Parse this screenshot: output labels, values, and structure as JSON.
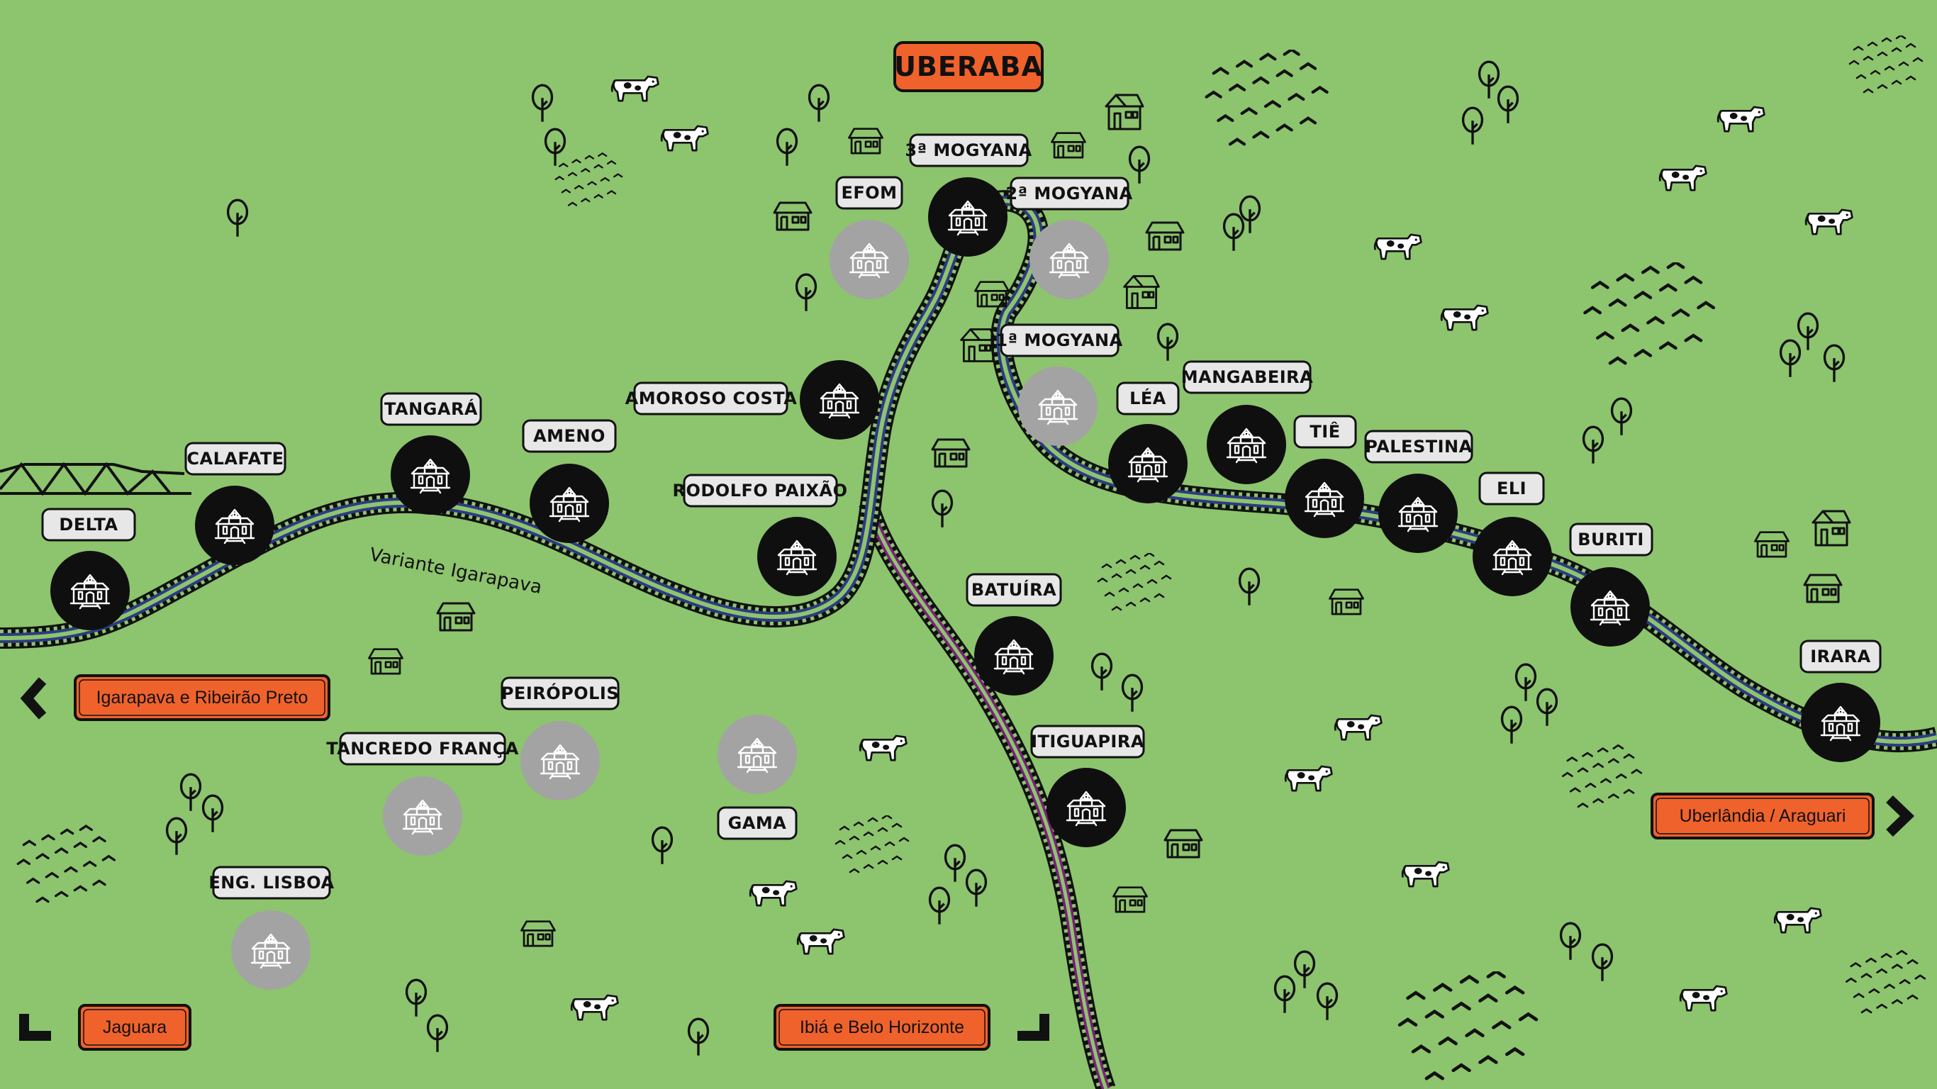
{
  "map": {
    "title": "UBERABA",
    "variant_label": "Variante Igarapava",
    "colors": {
      "background": "#8dc46e",
      "label_fill": "#e7e7e7",
      "accent_orange": "#f0622c",
      "active_station": "#0f0f0f",
      "inactive_station": "#a3a3a3",
      "main_track": "#2e3a82",
      "branch_track": "#7b1f7a"
    }
  },
  "stations": {
    "delta": "DELTA",
    "calafate": "CALAFATE",
    "tangara": "TANGARÁ",
    "ameno": "AMENO",
    "rodolfo_paixao": "RODOLFO PAIXÃO",
    "amoroso_costa": "AMOROSO COSTA",
    "efom": "EFOM",
    "mogyana3": "3ª MOGYANA",
    "mogyana2": "2ª MOGYANA",
    "mogyana1": "1ª MOGYANA",
    "lea": "LÉA",
    "mangabeira": "MANGABEIRA",
    "tie": "TIÊ",
    "palestina": "PALESTINA",
    "eli": "ELI",
    "buriti": "BURITI",
    "irara": "IRARA",
    "batuira": "BATUÍRA",
    "itiguapira": "ITIGUAPIRA",
    "peiropolis": "PEIRÓPOLIS",
    "tancredo_franca": "TANCREDO FRANÇA",
    "gama": "GAMA",
    "eng_lisboa": "ENG. LISBOA"
  },
  "destinations": {
    "west": "Igarapava e Ribeirão Preto",
    "east": "Uberlândia / Araguari",
    "southwest": "Jaguara",
    "south": "Ibiá e Belo Horizonte"
  },
  "icons": {
    "station": "station-building-icon",
    "cow": "cow-icon",
    "tree": "tree-icon",
    "house": "house-icon",
    "grass": "grass-icon",
    "bridge": "bridge-icon",
    "arrow": "arrow-icon"
  }
}
